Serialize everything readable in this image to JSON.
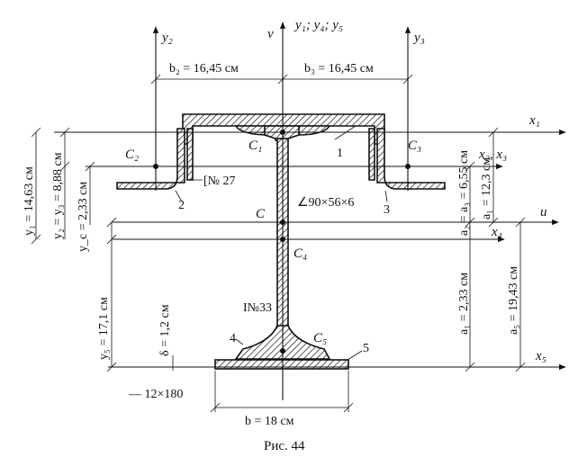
{
  "figure": {
    "caption": "Рис. 44",
    "axis_labels": {
      "y2": "y₂",
      "y3": "y₃",
      "v": "v",
      "y145": "y₁; y₄; y₅",
      "x1": "x₁",
      "x2x3": "x₂, x₃",
      "u": "u",
      "x4": "x₄",
      "x5": "x₅"
    },
    "dimensions": {
      "b2": "b₂ = 16,45 см",
      "b3": "b₃ = 16,45 см",
      "y1": "y₁ = 14,63 см",
      "y2y3": "y₂ = y₃ = 8,88 см",
      "yc": "y_c = 2,33 см",
      "y5": "y₅ = 17,1 см",
      "delta": "δ = 1,2 см",
      "a2a3": "a₂ = a₃ = 6,55 см",
      "a1_top": "a₁ = 12,3 см",
      "a1_low": "a₁ = 2,33 см",
      "a5": "a₅ = 19,43 см",
      "b": "b = 18 см"
    },
    "centroid_labels": {
      "c1": "C₁",
      "c2": "C₂",
      "c3": "C₃",
      "c": "C",
      "c4": "C₄",
      "c5": "C₅"
    },
    "part_labels": {
      "p1": "1",
      "p2": "2",
      "p3": "3",
      "p4": "4",
      "p5": "5",
      "channel": "[№ 27",
      "angle": "∠90×56×6",
      "ibeam": "I№33",
      "plate": "— 12×180"
    }
  }
}
